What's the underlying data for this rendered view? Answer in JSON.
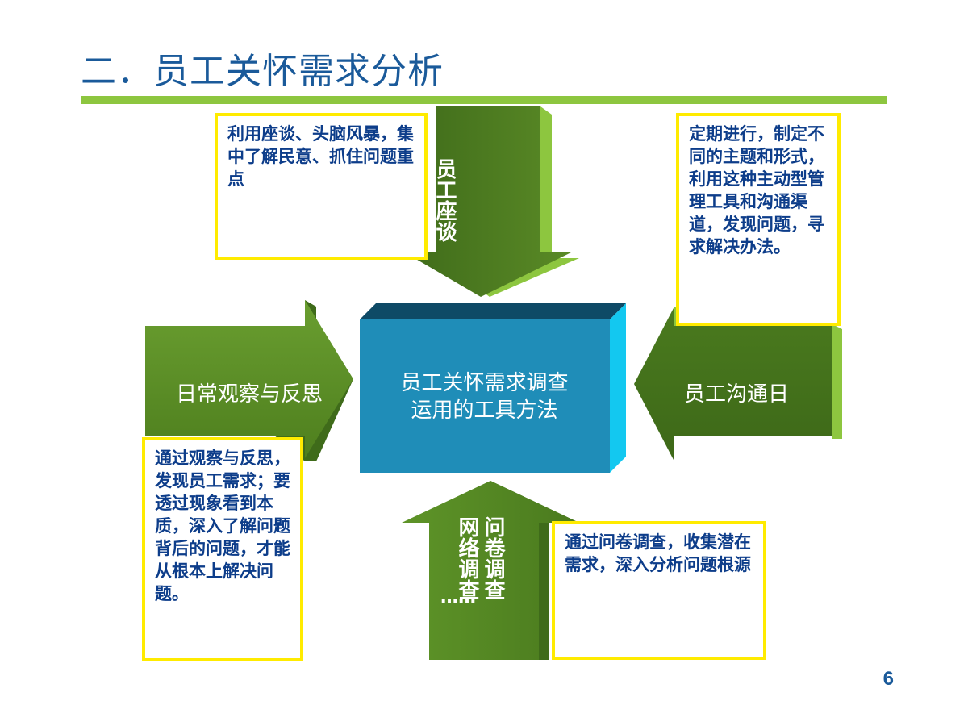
{
  "title": "二．员工关怀需求分析",
  "center": {
    "line1": "员工关怀需求调查",
    "line2": "运用的工具方法"
  },
  "arrows": {
    "top": "员工座谈",
    "left": "日常观察与反思",
    "right": "员工沟通日",
    "bottom_col1": "网络调查",
    "bottom_col2": "问卷调查",
    "bottom_more": "……"
  },
  "notes": {
    "top_left": "利用座谈、头脑风暴，集中了解民意、抓住问题重点",
    "top_right": "定期进行，制定不同的主题和形式，利用这种主动型管理工具和沟通渠道，发现问题，寻求解决办法。",
    "bottom_left": "通过观察与反思，发现员工需求；要透过现象看到本质，深入了解问题背后的问题，才能从根本上解决问题。",
    "bottom_right": "通过问卷调查，收集潜在需求，深入分析问题根源"
  },
  "colors": {
    "arrow_dark": "#4a7a1e",
    "arrow_light": "#8dc63f",
    "center_front": "#1f8db8",
    "center_top": "#0e4a66",
    "center_side": "#13c8f0",
    "note_border": "#ffeb00",
    "accent_rule": "#8dc63f"
  },
  "page_number": "6"
}
